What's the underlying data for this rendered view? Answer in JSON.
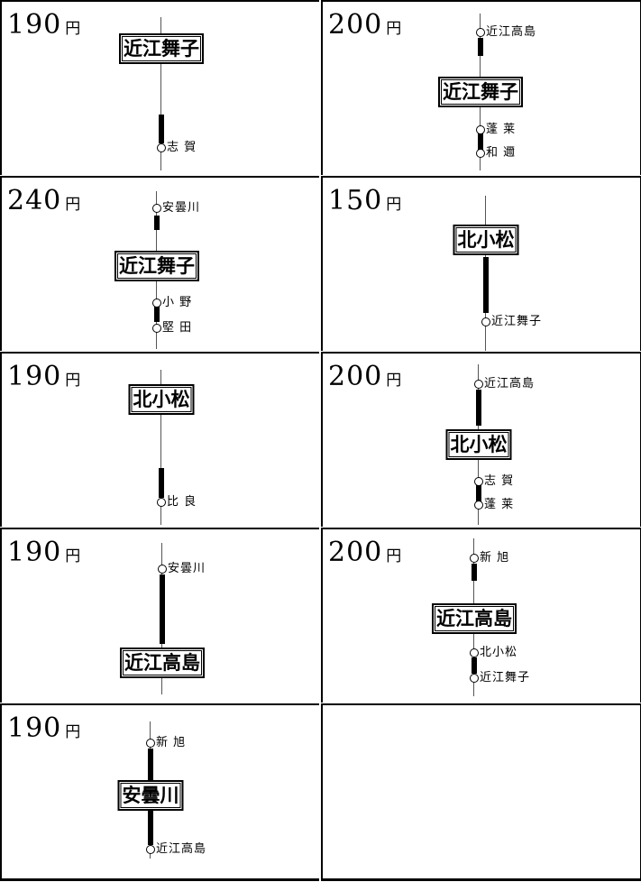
{
  "currency": "円",
  "cells": [
    {
      "fare": "190",
      "station": "近江舞子",
      "stops": [
        "志 賀"
      ]
    },
    {
      "fare": "200",
      "station": "近江舞子",
      "stops": [
        "近江高島",
        "蓬 莱",
        "和 邇"
      ]
    },
    {
      "fare": "240",
      "station": "近江舞子",
      "stops": [
        "安曇川",
        "小 野",
        "堅 田"
      ]
    },
    {
      "fare": "150",
      "station": "北小松",
      "stops": [
        "近江舞子"
      ]
    },
    {
      "fare": "190",
      "station": "北小松",
      "stops": [
        "比 良"
      ]
    },
    {
      "fare": "200",
      "station": "北小松",
      "stops": [
        "近江高島",
        "志 賀",
        "蓬 莱"
      ]
    },
    {
      "fare": "190",
      "station": "近江高島",
      "stops": [
        "安曇川"
      ]
    },
    {
      "fare": "200",
      "station": "近江高島",
      "stops": [
        "新 旭",
        "北小松",
        "近江舞子"
      ]
    },
    {
      "fare": "190",
      "station": "安曇川",
      "stops": [
        "新 旭",
        "近江高島"
      ]
    }
  ]
}
